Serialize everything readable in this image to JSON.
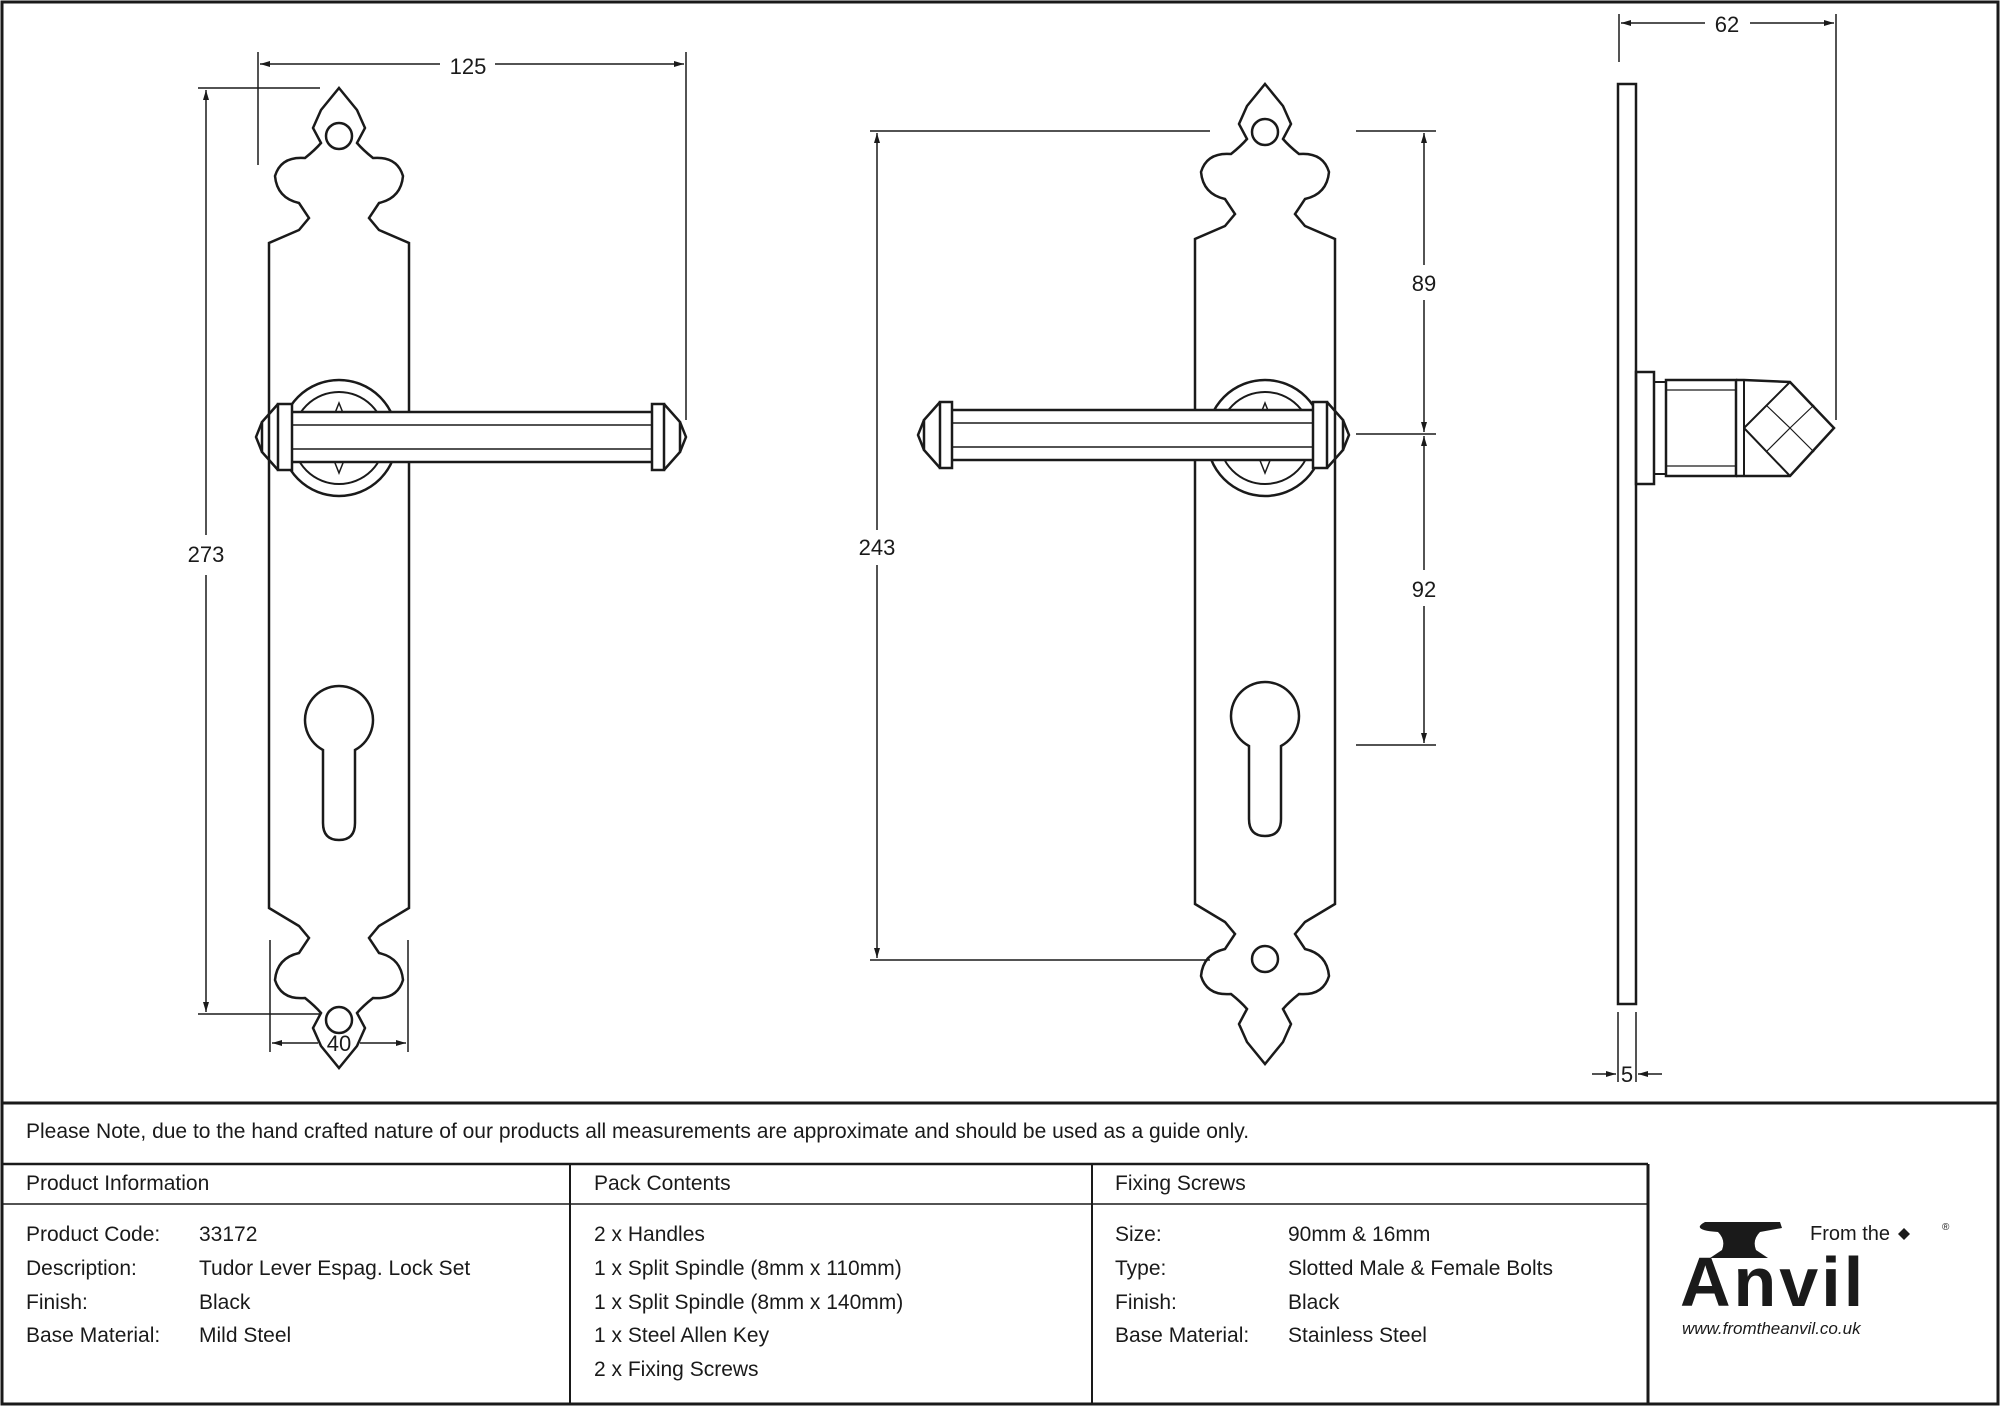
{
  "dimensions": {
    "left_width": "125",
    "left_height": "273",
    "left_plate_width": "40",
    "middle_height": "243",
    "middle_upper": "89",
    "middle_lower": "92",
    "side_depth": "62",
    "side_plate_thickness": "5"
  },
  "note": "Please Note, due to the hand crafted nature of our products all measurements are approximate and should be used as a guide only.",
  "product_info": {
    "heading": "Product Information",
    "rows": [
      {
        "label": "Product Code:",
        "value": "33172"
      },
      {
        "label": "Description:",
        "value": "Tudor Lever Espag. Lock Set"
      },
      {
        "label": "Finish:",
        "value": "Black"
      },
      {
        "label": "Base Material:",
        "value": "Mild Steel"
      }
    ]
  },
  "pack_contents": {
    "heading": "Pack Contents",
    "items": [
      "2 x Handles",
      "1 x Split Spindle (8mm x 110mm)",
      "1 x Split Spindle (8mm x 140mm)",
      "1 x Steel Allen Key",
      "2 x Fixing Screws"
    ]
  },
  "fixing_screws": {
    "heading": "Fixing Screws",
    "rows": [
      {
        "label": "Size:",
        "value": "90mm & 16mm"
      },
      {
        "label": "Type:",
        "value": "Slotted Male & Female Bolts"
      },
      {
        "label": "Finish:",
        "value": "Black"
      },
      {
        "label": "Base Material:",
        "value": "Stainless Steel"
      }
    ]
  },
  "logo": {
    "from_the": "From the",
    "brand": "Anvil",
    "url": "www.fromtheanvil.co.uk",
    "registered": "®"
  }
}
